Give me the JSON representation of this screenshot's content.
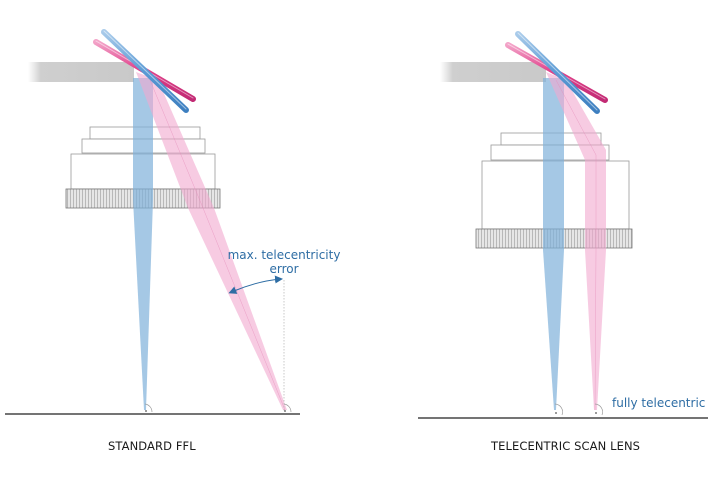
{
  "panels": [
    {
      "id": "standard",
      "caption": "STANDARD FFL",
      "annotation": {
        "line1": "max. telecentricity",
        "line2": "error"
      }
    },
    {
      "id": "telecentric",
      "caption": "TELECENTRIC SCAN LENS",
      "annotation": {
        "line1": "fully telecentric"
      }
    }
  ],
  "colors": {
    "blue_beam": "#7fb0da",
    "pink_beam": "#f2a8cf",
    "blue_mirror": "#5b9bd5",
    "pink_mirror": "#e0408a",
    "gray_beam": "#c8c8c8",
    "lens_outline": "#8a8a8a",
    "annotation": "#2e6da4",
    "baseline": "#222222"
  }
}
